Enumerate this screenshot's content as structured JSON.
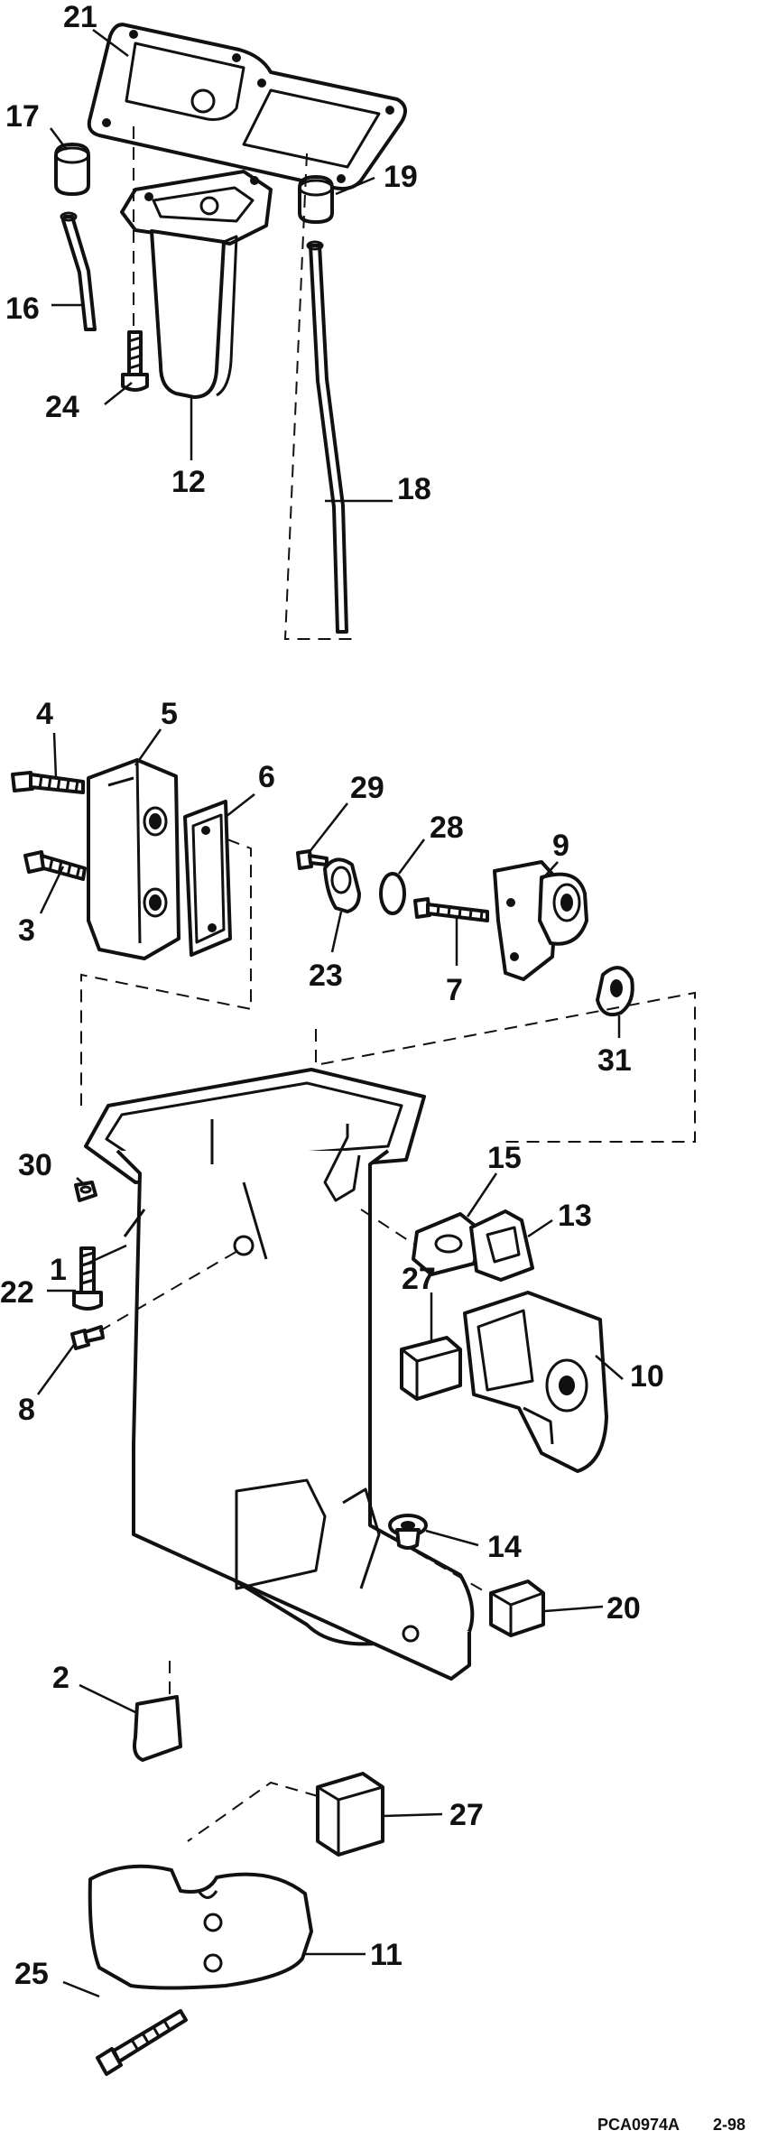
{
  "callouts": [
    {
      "id": "c21",
      "text": "21"
    },
    {
      "id": "c17",
      "text": "17"
    },
    {
      "id": "c19",
      "text": "19"
    },
    {
      "id": "c16",
      "text": "16"
    },
    {
      "id": "c24",
      "text": "24"
    },
    {
      "id": "c12",
      "text": "12"
    },
    {
      "id": "c18",
      "text": "18"
    },
    {
      "id": "c4",
      "text": "4"
    },
    {
      "id": "c5",
      "text": "5"
    },
    {
      "id": "c6",
      "text": "6"
    },
    {
      "id": "c29",
      "text": "29"
    },
    {
      "id": "c28",
      "text": "28"
    },
    {
      "id": "c9",
      "text": "9"
    },
    {
      "id": "c3",
      "text": "3"
    },
    {
      "id": "c23",
      "text": "23"
    },
    {
      "id": "c7",
      "text": "7"
    },
    {
      "id": "c31",
      "text": "31"
    },
    {
      "id": "c30",
      "text": "30"
    },
    {
      "id": "c15",
      "text": "15"
    },
    {
      "id": "c13",
      "text": "13"
    },
    {
      "id": "c22",
      "text": "22"
    },
    {
      "id": "c27a",
      "text": "27"
    },
    {
      "id": "c10",
      "text": "10"
    },
    {
      "id": "c8",
      "text": "8"
    },
    {
      "id": "c1",
      "text": "1"
    },
    {
      "id": "c14",
      "text": "14"
    },
    {
      "id": "c20",
      "text": "20"
    },
    {
      "id": "c2",
      "text": "2"
    },
    {
      "id": "c27b",
      "text": "27"
    },
    {
      "id": "c11",
      "text": "11"
    },
    {
      "id": "c25",
      "text": "25"
    }
  ],
  "footer": {
    "figure_code": "PCA0974A",
    "date_code": "2-98"
  }
}
